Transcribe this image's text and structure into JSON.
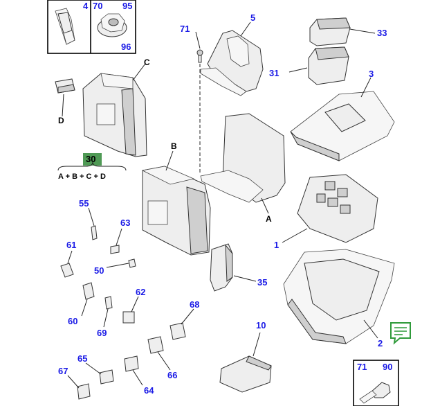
{
  "callouts": {
    "c4": "4",
    "c70a": "70",
    "c95": "95",
    "c96": "96",
    "c5": "5",
    "c71": "71",
    "c33": "33",
    "c31": "31",
    "c3": "3",
    "c30": "30",
    "c55": "55",
    "c63": "63",
    "c61": "61",
    "c50": "50",
    "c35": "35",
    "c62": "62",
    "c60": "60",
    "c69": "69",
    "c68": "68",
    "c10": "10",
    "c65": "65",
    "c67": "67",
    "c64": "64",
    "c66": "66",
    "c1": "1",
    "c2": "2",
    "c71b": "71",
    "c90": "90"
  },
  "letters": {
    "A": "A",
    "B": "B",
    "C": "C",
    "D": "D"
  },
  "formula": "A + B + C + D",
  "colors": {
    "callout": "#1a1ae6",
    "highlight_badge": "#4f9a55",
    "comment_icon": "#2f9a3a"
  },
  "icons": {
    "comment": "comment-icon"
  }
}
